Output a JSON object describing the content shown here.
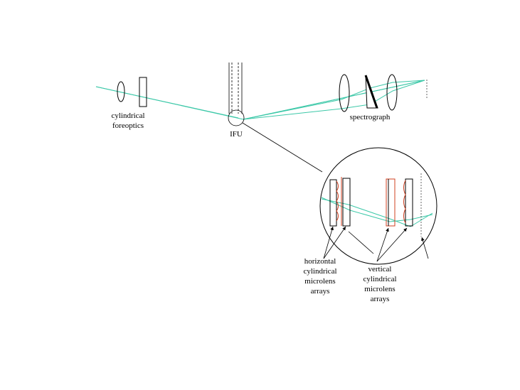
{
  "labels": {
    "cylindrical_foreoptics": [
      "cylindrical",
      "foreoptics"
    ],
    "ifu": "IFU",
    "spectrograph": "spectrograph",
    "horizontal_arrays": [
      "horizontal",
      "cylindrical",
      "microlens",
      "arrays"
    ],
    "vertical_arrays": [
      "vertical",
      "cylindrical",
      "microlens",
      "arrays"
    ]
  },
  "colors": {
    "beam": "#3cc8a8",
    "microlens": "#d04020",
    "outline": "#000000",
    "background": "#ffffff"
  }
}
